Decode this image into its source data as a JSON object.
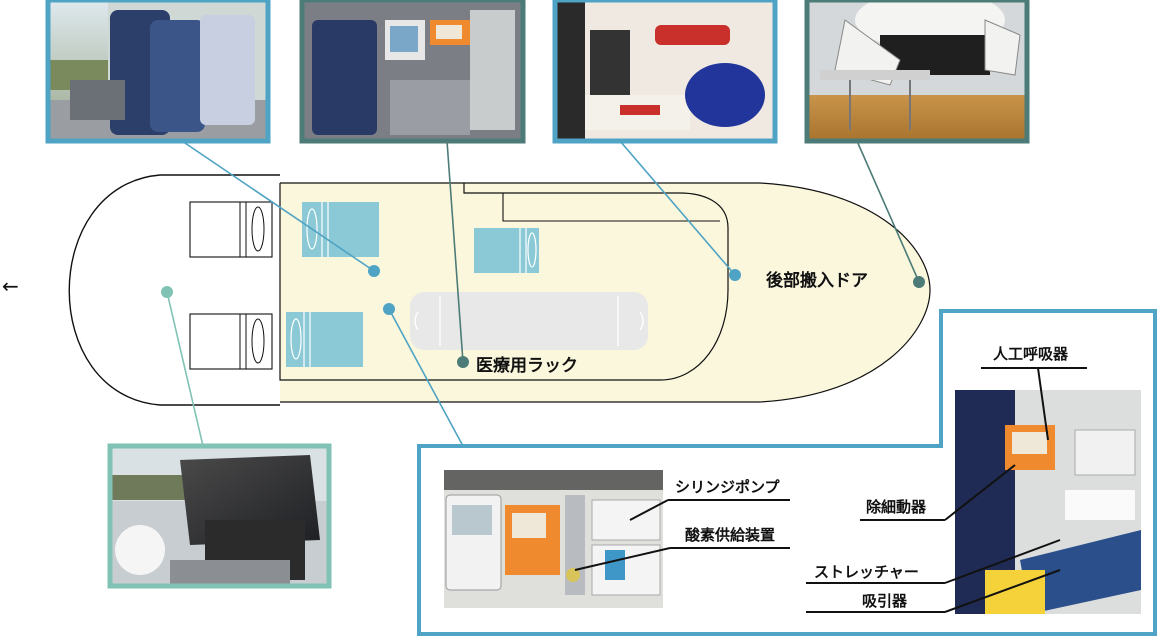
{
  "labels": {
    "rear_door": "後部搬入ドア",
    "medical_rack": "医療用ラック",
    "ventilator": "人工呼吸器",
    "syringe_pump": "シリンジポンプ",
    "oxygen_supply": "酸素供給装置",
    "defibrillator": "除細動器",
    "stretcher": "ストレッチャー",
    "suction": "吸引器"
  },
  "direction_arrow": "←",
  "colors": {
    "callout_blue": "#4fa3c4",
    "frame_teal": "#5ba8b8",
    "seat_fill": "#8cc9d6",
    "rear_area": "#fbf7dd",
    "stretcher_fill": "#e8e8e8",
    "dot_green": "#80c3b4",
    "dot_dark": "#4c7b78"
  }
}
